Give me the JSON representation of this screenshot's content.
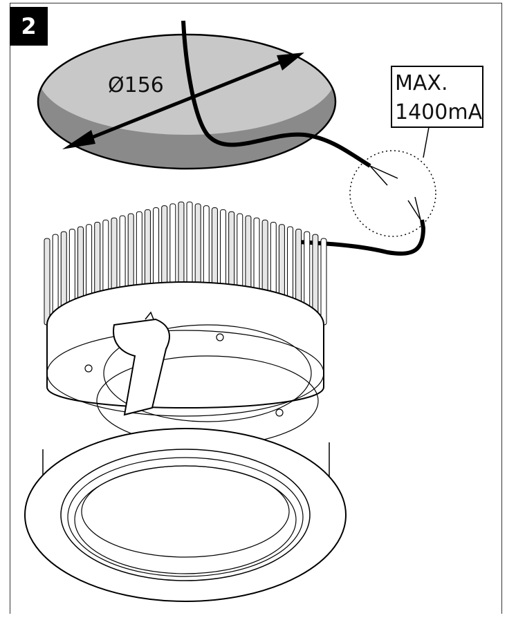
{
  "step": {
    "number": "2"
  },
  "cutout": {
    "diameter_label": "Ø156"
  },
  "callout": {
    "line1": "MAX.",
    "line2": "1400mA"
  },
  "colors": {
    "ceiling_light": "#c8c8c8",
    "ceiling_dark": "#8a8a8a",
    "line": "#000000",
    "badge": "#000000"
  }
}
